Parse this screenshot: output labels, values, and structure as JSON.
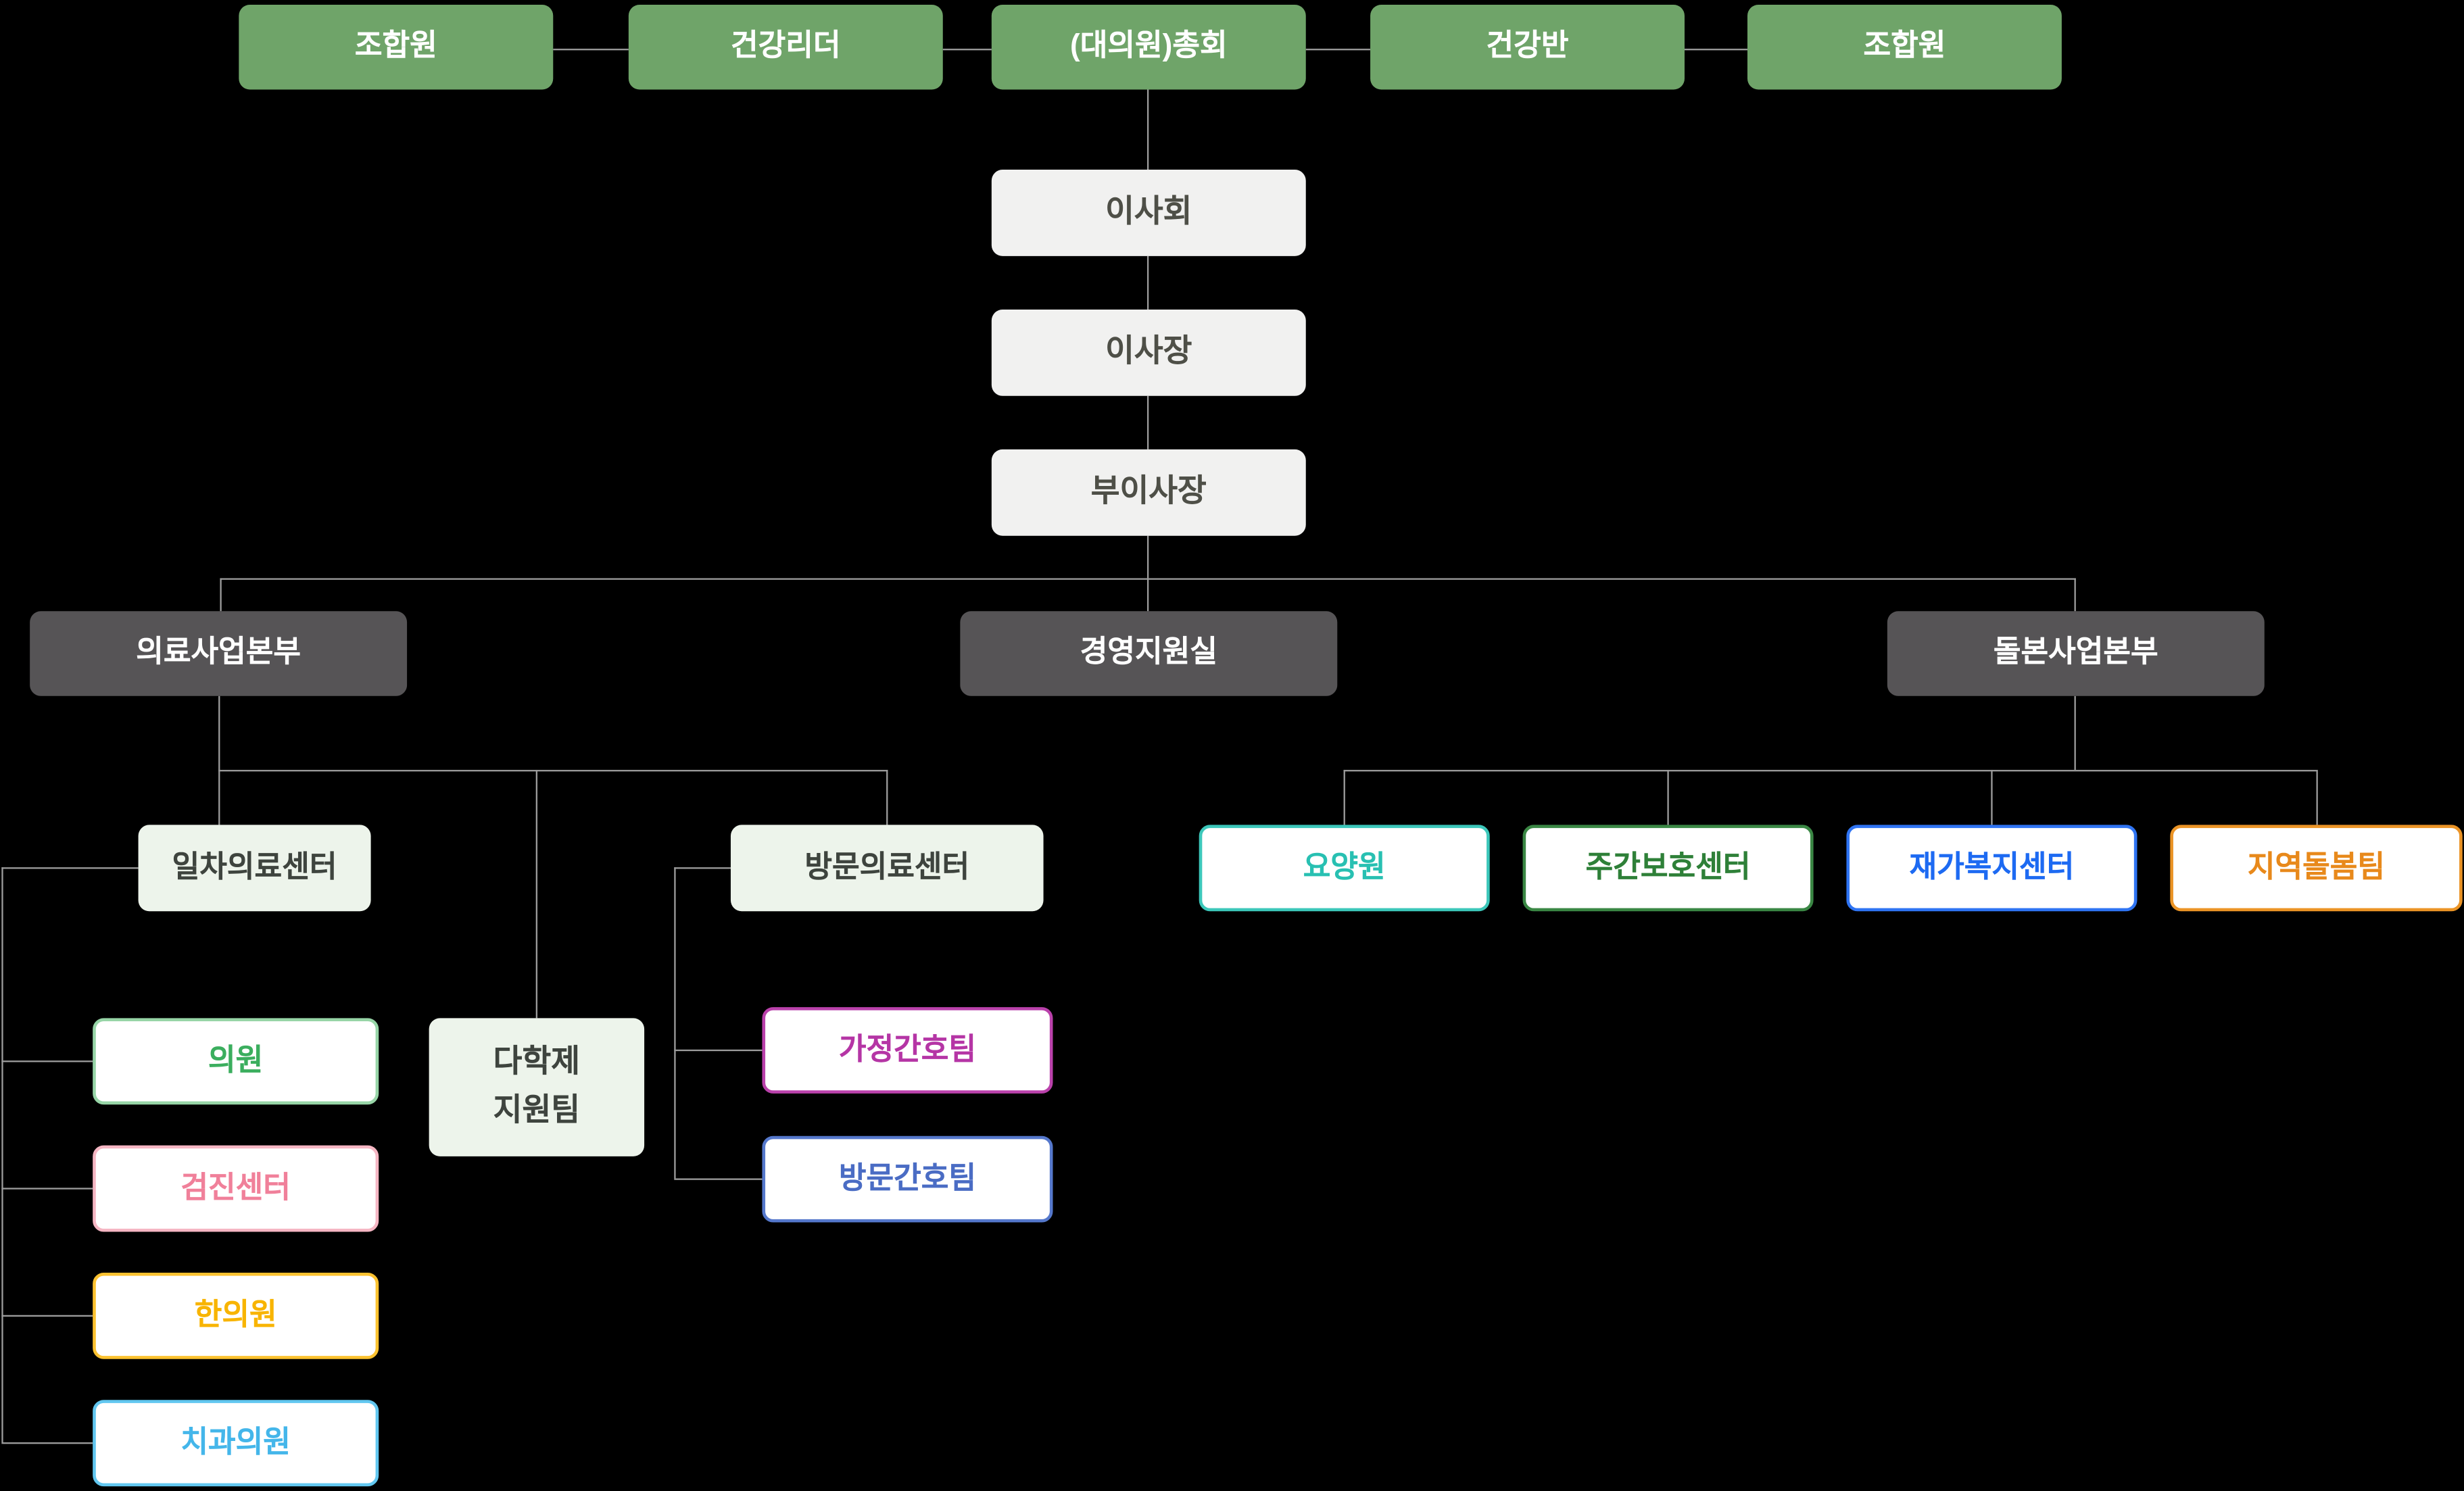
{
  "diagram": {
    "background": "#000000",
    "line_color": "#9C9C9C"
  },
  "colors": {
    "member_box_bg": "#6FA469",
    "member_box_text": "#FFFFFF",
    "exec_box_bg": "#F1F1F0",
    "exec_box_text": "#4E4F47",
    "division_box_bg": "#565456",
    "division_box_text": "#FFFFFF",
    "center_box_bg": "#EDF4EB",
    "center_box_text": "#3E443E",
    "leaf_box_bg": "#FFFFFF"
  },
  "accents": {
    "clinic": {
      "text": "#3BAE5E",
      "border": "#97D5A7"
    },
    "checkup": {
      "text": "#F0809A",
      "border": "#F5B6C3"
    },
    "korean_medicine": {
      "text": "#F8B400",
      "border": "#FCC230"
    },
    "dental": {
      "text": "#44B6EA",
      "border": "#62C7F0"
    },
    "home_nursing": {
      "text": "#B535A5",
      "border": "#BA41AB"
    },
    "visiting_nursing": {
      "text": "#4A6CC4",
      "border": "#5578CC"
    },
    "nursing_home": {
      "text": "#28C0B2",
      "border": "#3CC7BA"
    },
    "daycare": {
      "text": "#2E8038",
      "border": "#3A8744"
    },
    "home_welfare": {
      "text": "#1D6AF2",
      "border": "#2F74F3"
    },
    "community_care": {
      "text": "#E8891B",
      "border": "#EB9426"
    }
  },
  "nodes": {
    "member_left": {
      "label": "조합원"
    },
    "health_leader": {
      "label": "건강리더"
    },
    "assembly": {
      "label": "(대의원)총회"
    },
    "health_group": {
      "label": "건강반"
    },
    "member_right": {
      "label": "조합원"
    },
    "board": {
      "label": "이사회"
    },
    "chairman": {
      "label": "이사장"
    },
    "vice_chairman": {
      "label": "부이사장"
    },
    "medical_hq": {
      "label": "의료사업본부"
    },
    "mgmt_office": {
      "label": "경영지원실"
    },
    "care_hq": {
      "label": "돌본사업본부"
    },
    "primary_center": {
      "label": "일차의료센터"
    },
    "visiting_center": {
      "label": "방문의료센터"
    },
    "multidisciplinary_team": {
      "line1": "다학제",
      "line2": "지원팀"
    },
    "clinic": {
      "label": "의원"
    },
    "checkup_center": {
      "label": "검진센터"
    },
    "korean_medicine_clinic": {
      "label": "한의원"
    },
    "dental_clinic": {
      "label": "치과의원"
    },
    "home_nursing_team": {
      "label": "가정간호팀"
    },
    "visiting_nursing_team": {
      "label": "방문간호팀"
    },
    "nursing_home": {
      "label": "요양원"
    },
    "daycare_center": {
      "label": "주간보호센터"
    },
    "home_welfare_center": {
      "label": "재가복지센터"
    },
    "community_care_team": {
      "label": "지역돌봄팀"
    }
  }
}
